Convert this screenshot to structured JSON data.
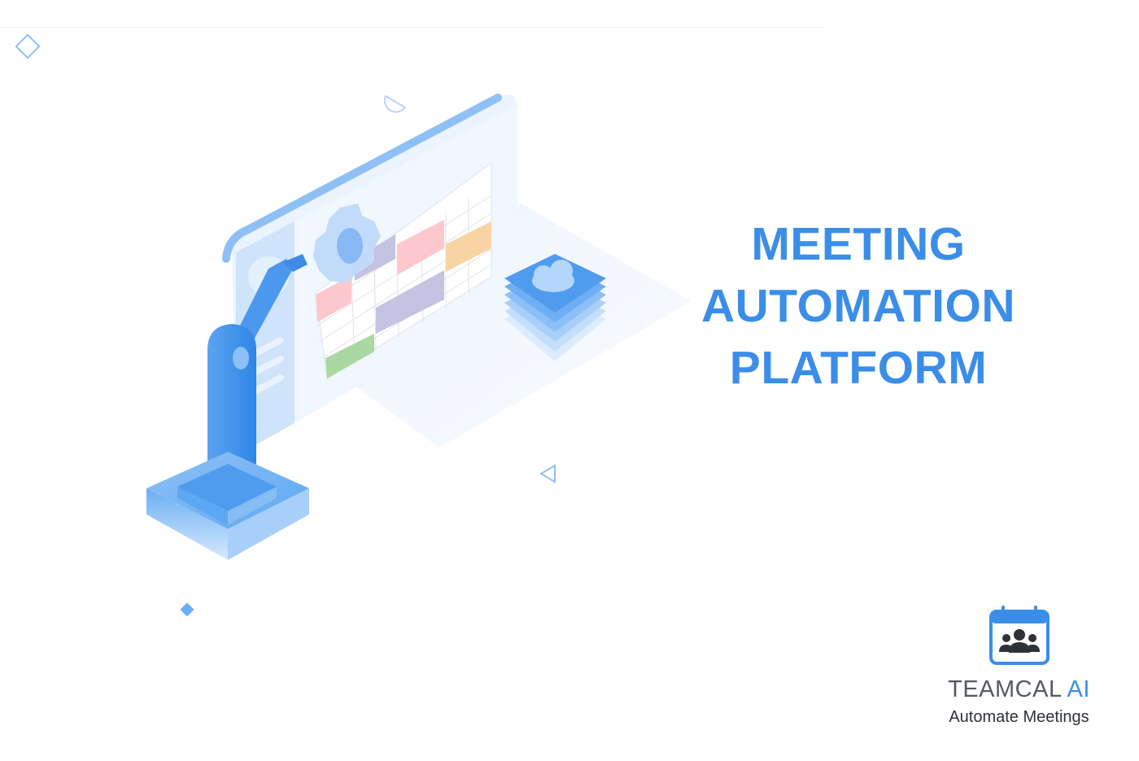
{
  "headline": {
    "line1": "MEETING",
    "line2": "AUTOMATION",
    "line3": "PLATFORM"
  },
  "brand": {
    "name_main": "TEAMCAL",
    "name_accent": "AI",
    "tagline": "Automate Meetings",
    "logo_icon": "calendar-team-icon"
  },
  "illustration": {
    "subject": "robot-arm-configuring-calendar-screen",
    "accent_color": "#3b8ee8"
  },
  "colors": {
    "accent": "#3b8ee8",
    "text_dark": "#2e3238",
    "text_gray": "#555a61",
    "background": "#ffffff"
  }
}
